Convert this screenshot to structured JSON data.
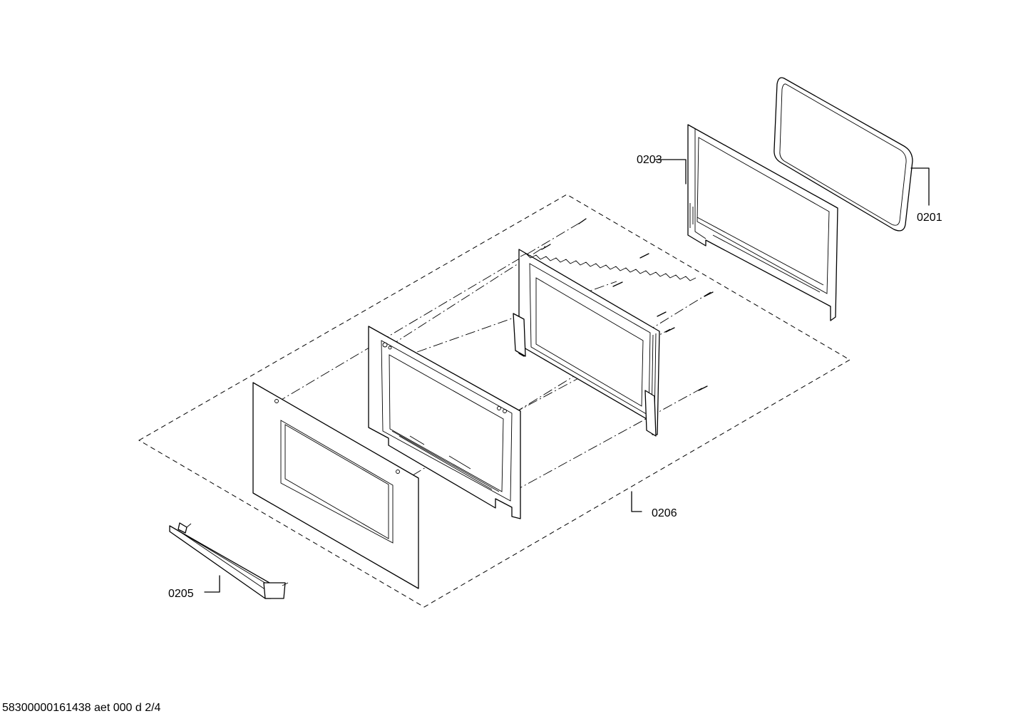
{
  "parts": {
    "p0201": "0201",
    "p0203": "0203",
    "p0205": "0205",
    "p0206": "0206"
  },
  "footer": {
    "code": "58300000161438 aet 000 d 2/4"
  }
}
